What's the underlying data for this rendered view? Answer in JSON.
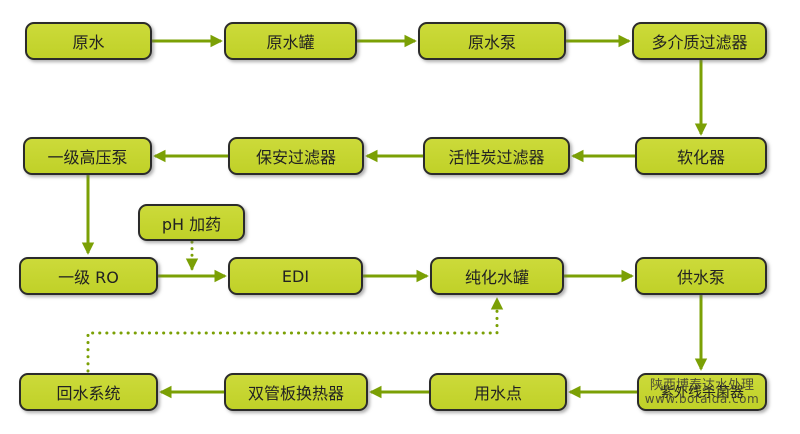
{
  "diagram": {
    "type": "flowchart",
    "subject": "water-treatment-process",
    "colors": {
      "box_fill": "#c3d32b",
      "box_fill_light": "#ccda3a",
      "box_border": "#2b2b2b",
      "arrow_green": "#7ba005",
      "text": "#222222",
      "background": "#ffffff",
      "watermark_text": "#3d3d35"
    },
    "nodes": {
      "raw_water": {
        "label": "原水"
      },
      "raw_water_tank": {
        "label": "原水罐"
      },
      "raw_water_pump": {
        "label": "原水泵"
      },
      "multimedia_filter": {
        "label": "多介质过滤器"
      },
      "softener": {
        "label": "软化器"
      },
      "carbon_filter": {
        "label": "活性炭过滤器"
      },
      "security_filter": {
        "label": "保安过滤器"
      },
      "hp_pump_1": {
        "label": "一级高压泵"
      },
      "ph_dosing": {
        "label": "pH 加药"
      },
      "ro_1": {
        "label": "一级 RO"
      },
      "edi": {
        "label": "EDI"
      },
      "purified_tank": {
        "label": "纯化水罐"
      },
      "supply_pump": {
        "label": "供水泵"
      },
      "uv_sterilizer": {
        "label": "紫外线杀菌器"
      },
      "use_point": {
        "label": "用水点"
      },
      "heat_exchanger": {
        "label": "双管板换热器"
      },
      "return_system": {
        "label": "回水系统"
      }
    },
    "edges": [
      {
        "from": "原水",
        "to": "原水罐",
        "style": "solid"
      },
      {
        "from": "原水罐",
        "to": "原水泵",
        "style": "solid"
      },
      {
        "from": "原水泵",
        "to": "多介质过滤器",
        "style": "solid"
      },
      {
        "from": "多介质过滤器",
        "to": "软化器",
        "style": "solid"
      },
      {
        "from": "软化器",
        "to": "活性炭过滤器",
        "style": "solid"
      },
      {
        "from": "活性炭过滤器",
        "to": "保安过滤器",
        "style": "solid"
      },
      {
        "from": "保安过滤器",
        "to": "一级高压泵",
        "style": "solid"
      },
      {
        "from": "一级高压泵",
        "to": "一级 RO",
        "style": "solid"
      },
      {
        "from": "pH 加药",
        "to": "一级 RO→EDI 管线",
        "style": "dotted"
      },
      {
        "from": "一级 RO",
        "to": "EDI",
        "style": "solid"
      },
      {
        "from": "EDI",
        "to": "纯化水罐",
        "style": "solid"
      },
      {
        "from": "纯化水罐",
        "to": "供水泵",
        "style": "solid"
      },
      {
        "from": "供水泵",
        "to": "紫外线杀菌器",
        "style": "solid"
      },
      {
        "from": "紫外线杀菌器",
        "to": "用水点",
        "style": "solid"
      },
      {
        "from": "用水点",
        "to": "双管板换热器",
        "style": "solid"
      },
      {
        "from": "双管板换热器",
        "to": "回水系统",
        "style": "solid"
      },
      {
        "from": "回水系统",
        "to": "纯化水罐",
        "style": "dotted"
      }
    ],
    "watermark": {
      "line1": "陕西博泰达水处理",
      "line2": "www.botaida.com"
    }
  }
}
